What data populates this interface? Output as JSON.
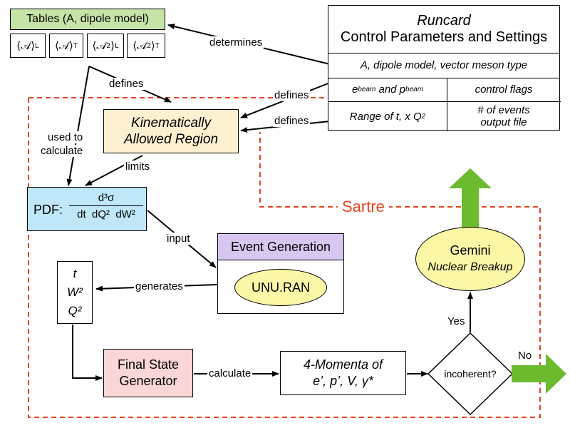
{
  "tables": {
    "title": "Tables (A, dipole model)",
    "cells": [
      "⟨𝒜⟩",
      "⟨𝒜⟩",
      "⟨𝒜",
      "⟨𝒜"
    ],
    "subs": [
      "L",
      "T",
      "L",
      "T"
    ]
  },
  "runcard": {
    "title": "Runcard",
    "subtitle": "Control Parameters and Settings",
    "row1": "A, dipole model, vector meson type",
    "ebeam_e": "e",
    "ebeam_sub": "beam",
    "ebeam_and": " and p",
    "pbeam_sub": "beam",
    "flags": "control flags",
    "range": "Range of t, x Q",
    "range_sup": "2",
    "events_line1": "# of events",
    "events_line2": "output file"
  },
  "kin_region": {
    "line1": "Kinematically",
    "line2": "Allowed Region"
  },
  "pdf": {
    "prefix": "PDF:",
    "numerator": "d³σ",
    "denominator": "dt  dQ²  dW²"
  },
  "event_gen": {
    "title": "Event Generation",
    "unuran": "UNU.RAN"
  },
  "vars": {
    "t": "t",
    "w2": "W²",
    "q2": "Q²"
  },
  "final_state": {
    "line1": "Final State",
    "line2": "Generator"
  },
  "momenta": {
    "line1": "4-Momenta of",
    "line2": "e’, p’, V, γ*"
  },
  "decision": "incoherent?",
  "gemini": {
    "title": "Gemini",
    "subtitle": "Nuclear Breakup"
  },
  "sartre": "Sartre",
  "labels": {
    "determines": "determines",
    "defines_top": "defines",
    "defines_mid": "defines",
    "defines_low": "defines",
    "used_to": "used to",
    "calculate_1": "calculate",
    "limits": "limits",
    "input": "input",
    "generates": "generates",
    "calculate_2": "calculate",
    "yes": "Yes",
    "no": "No"
  },
  "colors": {
    "tables_bg": "#c6e3a8",
    "runcard_header": "#ffffff",
    "kin_bg": "#fdf0d0",
    "pdf_bg": "#bfe7f7",
    "event_header": "#d6c8f0",
    "ellipse": "#fbf7a6",
    "final_bg": "#fbd6d6",
    "sartre_red": "#e8431f",
    "green_arrow": "#6cba2e"
  }
}
